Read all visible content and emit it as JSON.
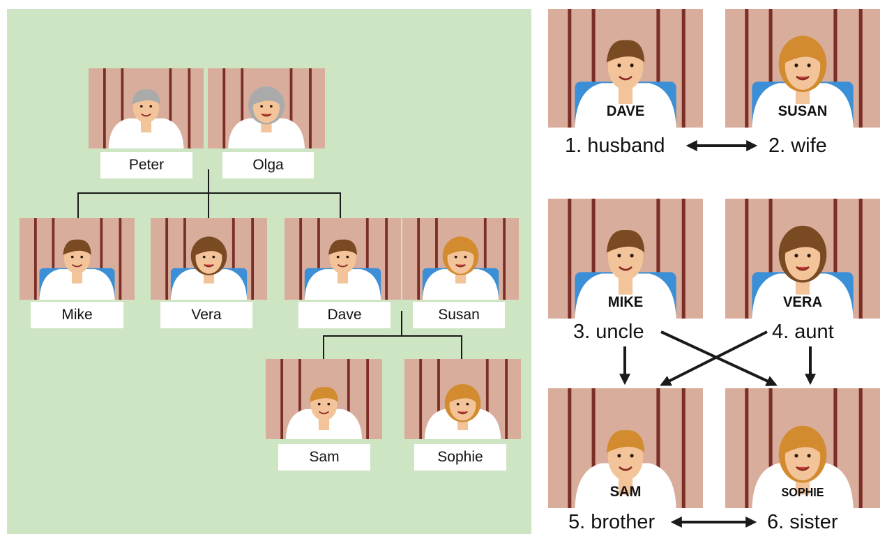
{
  "colors": {
    "panel_bg": "#cde5c3",
    "wall": "#d9ad9c",
    "stripe": "#7a2e25",
    "seat": "#3b8fd6",
    "shirt": "#ffffff",
    "skin": "#f3c49a",
    "hair_brown": "#7a4a22",
    "hair_blonde": "#d28b2e",
    "hair_grey": "#a9aaa9",
    "arrow": "#1a1a1a"
  },
  "family_tree": {
    "grandparents": [
      {
        "name": "Peter",
        "hair": "grey",
        "gender": "m",
        "age": "old"
      },
      {
        "name": "Olga",
        "hair": "grey",
        "gender": "f",
        "age": "old"
      }
    ],
    "parents_row": [
      {
        "name": "Mike",
        "hair": "brown",
        "gender": "m",
        "age": "adult"
      },
      {
        "name": "Vera",
        "hair": "brown",
        "gender": "f",
        "age": "adult"
      },
      {
        "name": "Dave",
        "hair": "brown",
        "gender": "m",
        "age": "adult"
      },
      {
        "name": "Susan",
        "hair": "blonde",
        "gender": "f",
        "age": "adult"
      }
    ],
    "children": [
      {
        "name": "Sam",
        "hair": "blonde",
        "gender": "m",
        "age": "child"
      },
      {
        "name": "Sophie",
        "hair": "blonde",
        "gender": "f",
        "age": "child"
      }
    ]
  },
  "relations": {
    "portraits": [
      {
        "shirt_text": "DAVE",
        "hair": "brown",
        "gender": "m"
      },
      {
        "shirt_text": "SUSAN",
        "hair": "blonde",
        "gender": "f"
      },
      {
        "shirt_text": "MIKE",
        "hair": "brown",
        "gender": "m"
      },
      {
        "shirt_text": "VERA",
        "hair": "brown",
        "gender": "f"
      },
      {
        "shirt_text": "SAM",
        "hair": "blonde",
        "gender": "m"
      },
      {
        "shirt_text": "SOPHIE",
        "hair": "blonde",
        "gender": "f"
      }
    ],
    "labels": [
      "1. husband",
      "2. wife",
      "3. uncle",
      "4. aunt",
      "5. brother",
      "6. sister"
    ]
  }
}
